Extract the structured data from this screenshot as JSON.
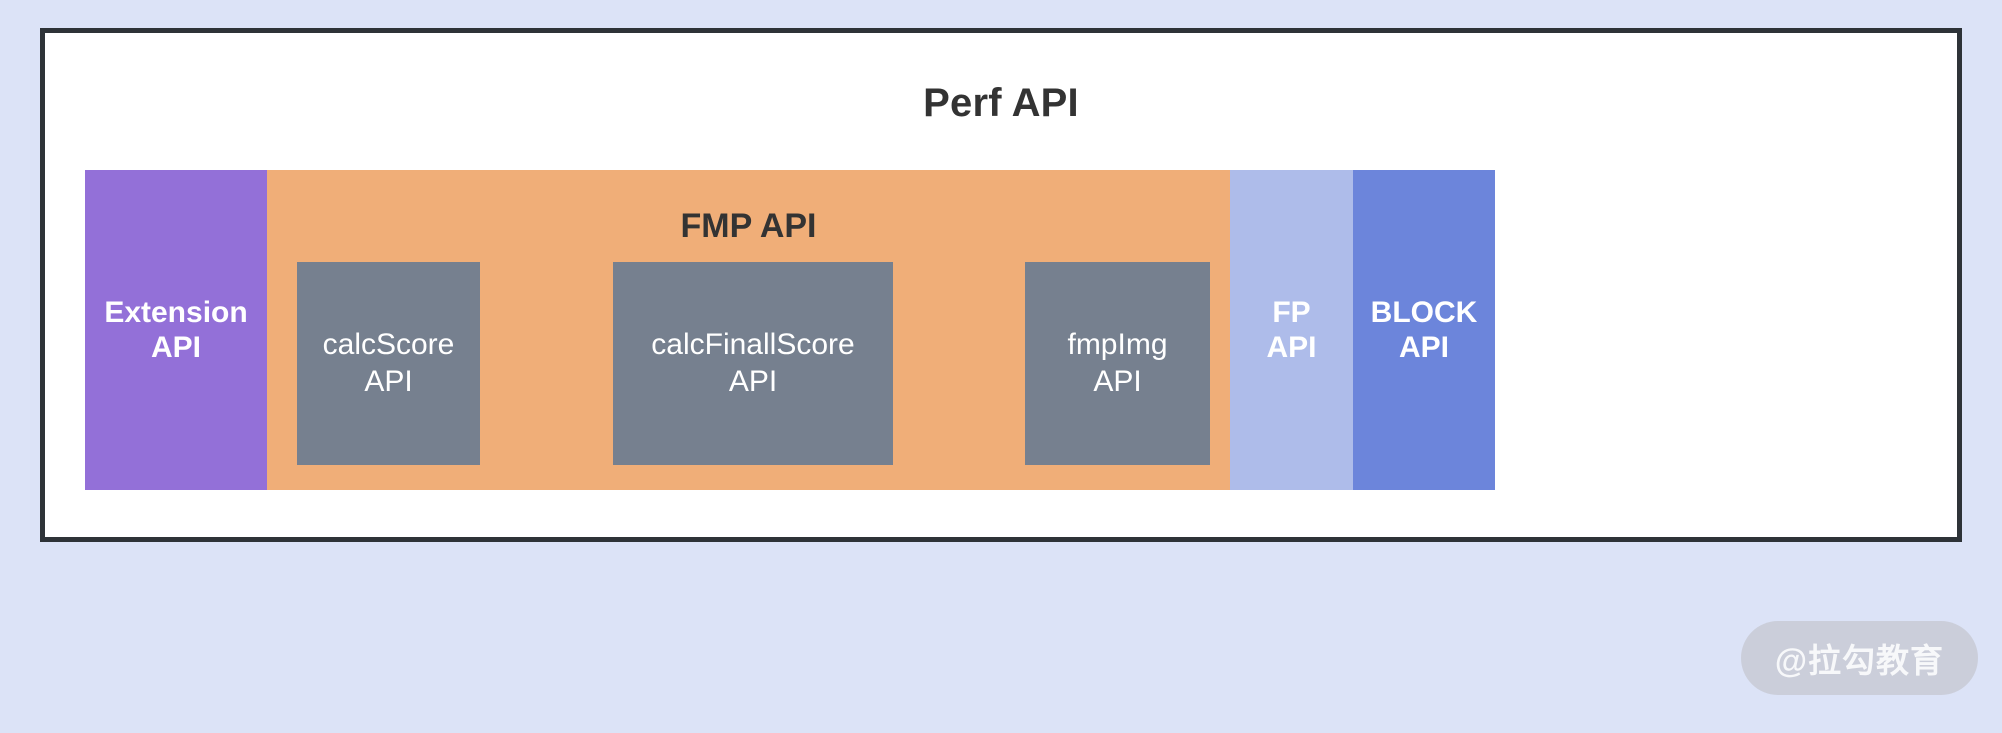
{
  "diagram": {
    "title": "Perf API",
    "watermark": "@拉勾教育",
    "colors": {
      "page_background": "#dce3f7",
      "frame_border": "#2e3338",
      "frame_background": "#ffffff",
      "title_text": "#333333",
      "extension_api": "#9370d8",
      "fmp_api": "#f0ae78",
      "sub_box": "#76808f",
      "fp_api": "#aebcea",
      "block_api": "#6c85db",
      "block_label_text": "#ffffff"
    },
    "blocks": [
      {
        "id": "extension-api",
        "label": "Extension\nAPI",
        "line1": "Extension",
        "line2": "API",
        "color": "#9370d8"
      },
      {
        "id": "fmp-api",
        "label": "FMP API",
        "color": "#f0ae78",
        "children": [
          {
            "id": "calcscore-api",
            "label": "calcScore\nAPI",
            "line1": "calcScore",
            "line2": "API",
            "color": "#76808f"
          },
          {
            "id": "calcfinallscore-api",
            "label": "calcFinallScore\nAPI",
            "line1": "calcFinallScore",
            "line2": "API",
            "color": "#76808f"
          },
          {
            "id": "fmpimg-api",
            "label": "fmpImg\nAPI",
            "line1": "fmpImg",
            "line2": "API",
            "color": "#76808f"
          }
        ]
      },
      {
        "id": "fp-api",
        "label": "FP\nAPI",
        "line1": "FP",
        "line2": "API",
        "color": "#aebcea"
      },
      {
        "id": "block-api",
        "label": "BLOCK\nAPI",
        "line1": "BLOCK",
        "line2": "API",
        "color": "#6c85db"
      }
    ]
  }
}
